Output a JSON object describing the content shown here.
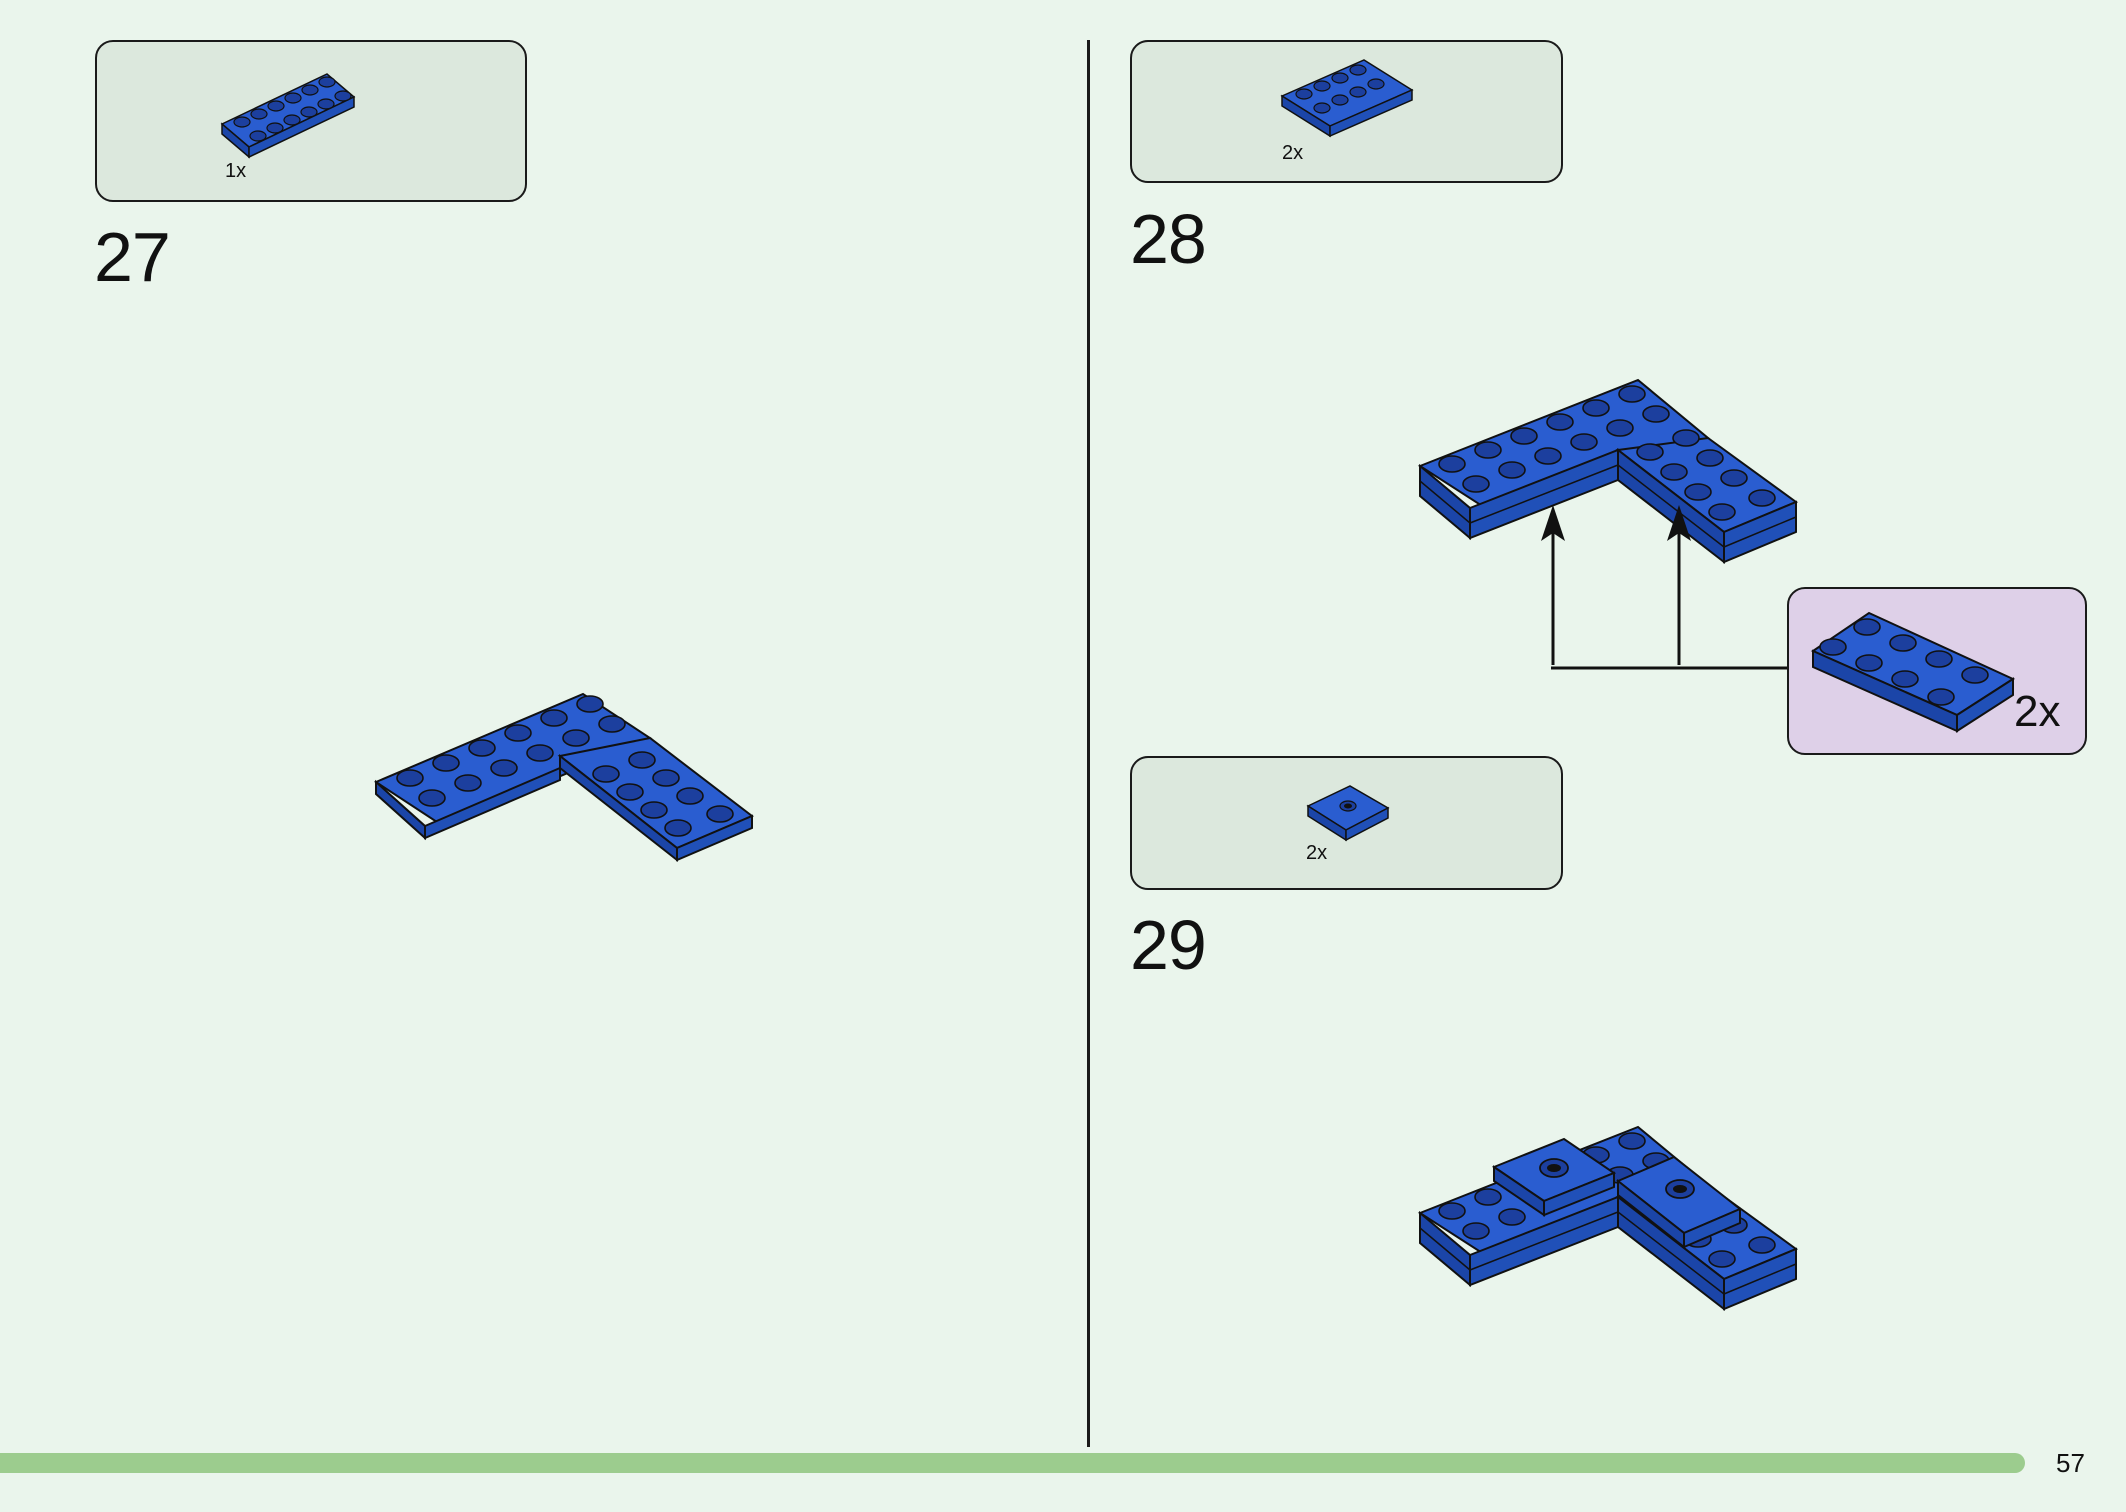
{
  "steps": [
    {
      "number": "27",
      "parts": [
        {
          "qty": "1x",
          "icon": "blue-plate-2x6-icon"
        }
      ],
      "model_icon": "l-shaped-plate-assembly-icon"
    },
    {
      "number": "28",
      "parts": [
        {
          "qty": "2x",
          "icon": "blue-plate-2x4-icon"
        }
      ],
      "model_icon": "doubled-l-plate-assembly-icon",
      "sub_assembly": {
        "qty": "2x",
        "icon": "blue-plate-2x4-icon"
      }
    },
    {
      "number": "29",
      "parts": [
        {
          "qty": "2x",
          "icon": "blue-plate-2x2-one-stud-icon"
        }
      ],
      "model_icon": "l-assembly-with-jumper-plates-icon"
    }
  ],
  "page": {
    "number": "57"
  },
  "colors": {
    "background": "#eaf5ec",
    "brick_blue": "#2456c8",
    "parts_box": "#dce8dd",
    "sub_box": "#ded0e8",
    "progress": "#9ccc8e"
  }
}
